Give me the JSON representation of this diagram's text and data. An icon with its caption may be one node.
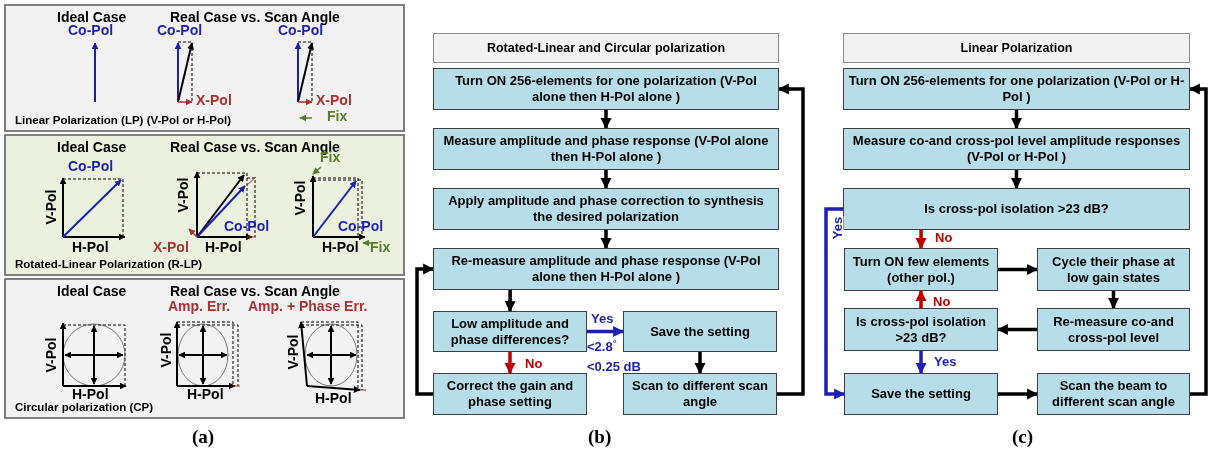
{
  "diagram": {
    "nodes": [
      {
        "text": [
          "Ideal Case",
          "Real Case vs. Scan Angle",
          "Linear Polarization (LP) (V-Pol or H-Pol)"
        ]
      },
      {
        "text": [
          "Ideal Case",
          "Real Case vs. Scan Angle",
          "Rotated-Linear Polarization (R-LP)"
        ]
      },
      {
        "text": [
          "Ideal Case",
          "Real Case vs. Scan Angle",
          "Circular polarization (CP)"
        ]
      },
      {
        "text": [
          "Rotated-Linear and Circular polarization"
        ]
      },
      {
        "text": [
          "Turn ON 256-elements for one polarization (V-Pol alone then H-Pol alone )"
        ]
      },
      {
        "text": [
          "Measure amplitude and phase response (V-Pol alone then H-Pol alone )"
        ]
      },
      {
        "text": [
          "Apply amplitude and phase correction to synthesis the desired polarization"
        ]
      },
      {
        "text": [
          "Re-measure amplitude and phase response (V-Pol alone then H-Pol alone )"
        ]
      },
      {
        "text": [
          "Low amplitude and phase differences?"
        ]
      },
      {
        "text": [
          "Save the setting"
        ]
      },
      {
        "text": [
          "Correct the gain and phase setting"
        ]
      },
      {
        "text": [
          "Scan to different scan angle"
        ]
      },
      {
        "text": [
          "Linear Polarization"
        ]
      },
      {
        "text": [
          "Turn ON 256-elements for one polarization (V-Pol or H-Pol )"
        ]
      },
      {
        "text": [
          "Measure co-and cross-pol level amplitude responses (V-Pol or H-Pol )"
        ]
      },
      {
        "text": [
          "Is cross-pol isolation >23 dB?"
        ]
      },
      {
        "text": [
          "Turn ON few elements (other pol.)"
        ]
      },
      {
        "text": [
          "Cycle their phase at low gain states"
        ]
      },
      {
        "text": [
          "Is cross-pol isolation >23 dB?"
        ]
      },
      {
        "text": [
          "Re-measure co-and cross-pol level"
        ]
      },
      {
        "text": [
          "Save the setting"
        ]
      },
      {
        "text": [
          "Scan the beam to different scan angle"
        ]
      }
    ],
    "edges": [
      {
        "from": 4,
        "to": 5,
        "arrow": "to"
      },
      {
        "from": 5,
        "to": 6,
        "arrow": "to"
      },
      {
        "from": 6,
        "to": 7,
        "arrow": "to"
      },
      {
        "from": 7,
        "to": 8,
        "arrow": "to"
      },
      {
        "from": 8,
        "to": 9,
        "arrow": "to",
        "label": "Yes",
        "color": "#1f1fb0"
      },
      {
        "from": 8,
        "to": 10,
        "arrow": "to",
        "label": "No",
        "color": "#c00000"
      },
      {
        "from": 9,
        "to": 11,
        "arrow": "to"
      },
      {
        "from": 11,
        "to": 4,
        "arrow": "to"
      },
      {
        "from": 10,
        "to": 7,
        "arrow": "to"
      },
      {
        "from": 13,
        "to": 14,
        "arrow": "to"
      },
      {
        "from": 14,
        "to": 15,
        "arrow": "to"
      },
      {
        "from": 15,
        "to": 16,
        "arrow": "to",
        "label": "No",
        "color": "#c00000"
      },
      {
        "from": 15,
        "to": 20,
        "arrow": "to",
        "label": "Yes",
        "color": "#1f1fb0"
      },
      {
        "from": 16,
        "to": 17,
        "arrow": "to"
      },
      {
        "from": 17,
        "to": 19,
        "arrow": "to"
      },
      {
        "from": 19,
        "to": 18,
        "arrow": "to"
      },
      {
        "from": 18,
        "to": 16,
        "arrow": "to",
        "label": "No",
        "color": "#c00000"
      },
      {
        "from": 18,
        "to": 20,
        "arrow": "to",
        "label": "Yes",
        "color": "#1f1fb0"
      },
      {
        "from": 20,
        "to": 21,
        "arrow": "to"
      },
      {
        "from": 21,
        "to": 13,
        "arrow": "to"
      }
    ],
    "labels": [
      "Co-Pol",
      "Co-Pol",
      "Co-Pol",
      "X-Pol",
      "X-Pol",
      "Fix",
      "Co-Pol",
      "Fix",
      "V-Pol",
      "V-Pol",
      "V-Pol",
      "Co-Pol",
      "Co-Pol",
      "H-Pol",
      "X-Pol",
      "H-Pol",
      "H-Pol",
      "Fix",
      "Amp. Err.",
      "Amp. + Phase Err.",
      "V-Pol",
      "V-Pol",
      "V-Pol",
      "H-Pol",
      "H-Pol",
      "H-Pol",
      "<2.8$^{°}$",
      "<0.25 dB",
      "(a)",
      "(b)",
      "(c)"
    ]
  }
}
